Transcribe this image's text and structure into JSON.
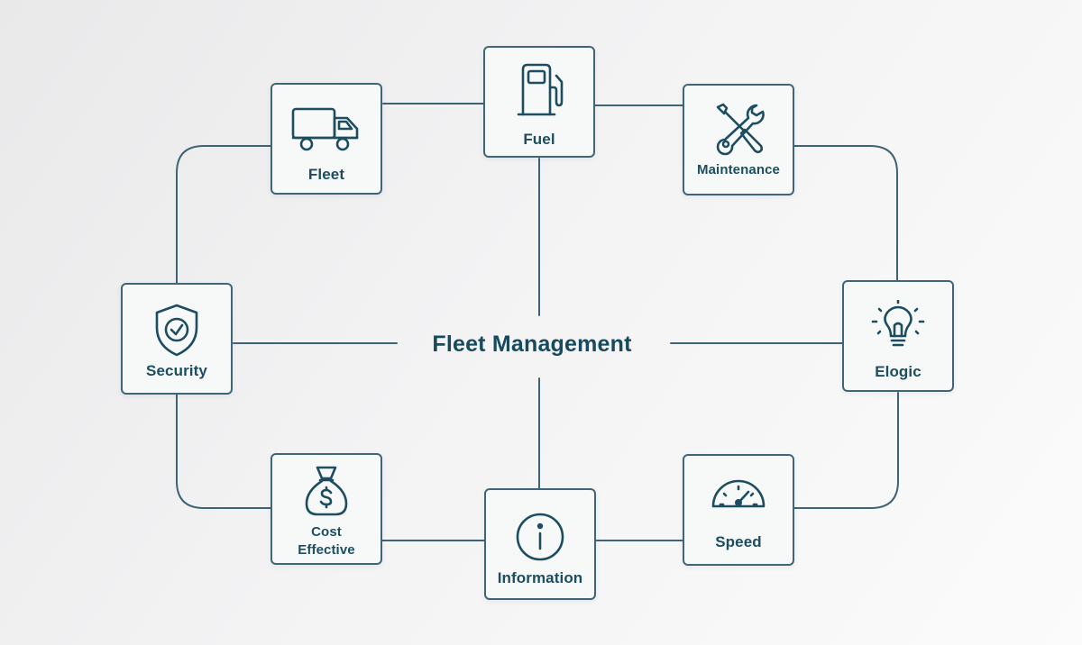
{
  "title": "Fleet Management",
  "nodes": {
    "fleet": {
      "label": "Fleet",
      "icon": "truck-icon"
    },
    "fuel": {
      "label": "Fuel",
      "icon": "fuel-pump-icon"
    },
    "maintenance": {
      "label": "Maintenance",
      "icon": "wrench-screwdriver-icon"
    },
    "elogic": {
      "label": "Elogic",
      "icon": "lightbulb-icon"
    },
    "speed": {
      "label": "Speed",
      "icon": "speedometer-icon"
    },
    "information": {
      "label": "Information",
      "icon": "info-icon"
    },
    "cost_effective": {
      "label": "Cost\nEffective",
      "icon": "money-bag-icon"
    },
    "security": {
      "label": "Security",
      "icon": "shield-check-icon"
    }
  },
  "colors": {
    "primary": "#1c4d61",
    "line": "#3d6375",
    "card_border": "#3f6678",
    "card_fill": "#f7f8f8"
  }
}
